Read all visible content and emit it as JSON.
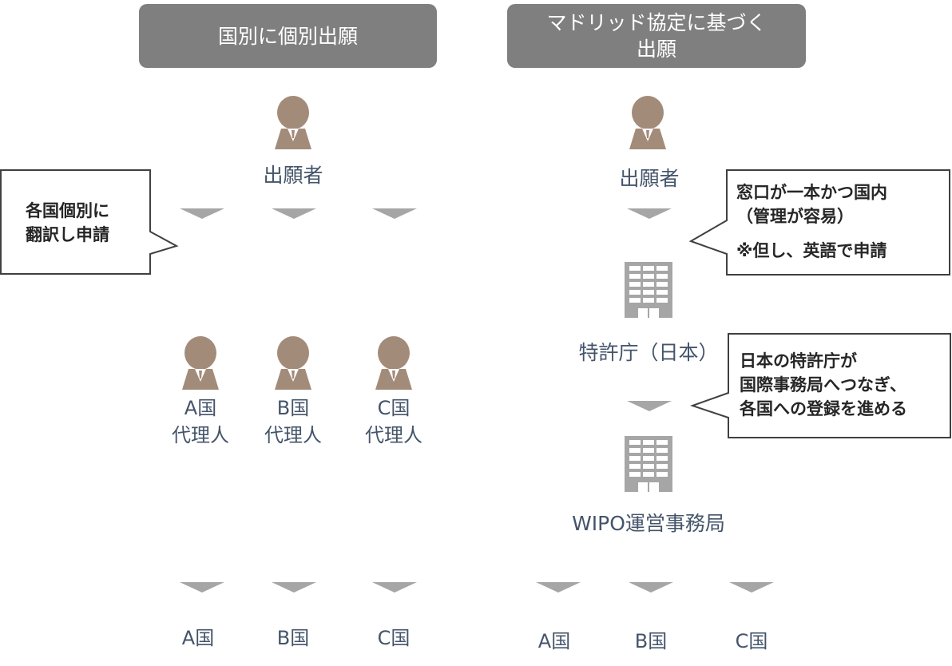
{
  "headers": {
    "left": "国別に個別出願",
    "right_line1": "マドリッド協定に基づく",
    "right_line2": "出願"
  },
  "left": {
    "applicant": "出願者",
    "agents": [
      {
        "line1": "A国",
        "line2": "代理人"
      },
      {
        "line1": "B国",
        "line2": "代理人"
      },
      {
        "line1": "C国",
        "line2": "代理人"
      }
    ],
    "countries": [
      "A国",
      "B国",
      "C国"
    ],
    "callout": {
      "line1": "各国個別に",
      "line2": "翻訳し申請"
    }
  },
  "right": {
    "applicant": "出願者",
    "jpo": "特許庁（日本）",
    "wipo": "WIPO運営事務局",
    "countries": [
      "A国",
      "B国",
      "C国"
    ],
    "callout1": {
      "line1": "窓口が一本かつ国内",
      "line2": "（管理が容易）",
      "line3": "※但し、英語で申請"
    },
    "callout2": {
      "line1": "日本の特許庁が",
      "line2": "国際事務局へつなぎ、",
      "line3": "各国への登録を進める"
    }
  },
  "colors": {
    "header_bg": "#7f7f7f",
    "person": "#a38b7a",
    "building": "#a6a6a6",
    "arrow": "#a6a6a6",
    "label": "#44546a"
  }
}
